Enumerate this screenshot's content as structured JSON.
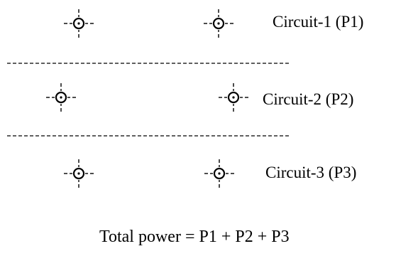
{
  "circuits": [
    {
      "label": "Circuit-1 (P1)"
    },
    {
      "label": "Circuit-2 (P2)"
    },
    {
      "label": "Circuit-3 (P3)"
    }
  ],
  "total_formula": "Total power = P1 + P2 + P3",
  "colors": {
    "line": "#000000",
    "background": "#ffffff"
  },
  "icons": {
    "conductor": "conductor-crosshair-icon"
  }
}
